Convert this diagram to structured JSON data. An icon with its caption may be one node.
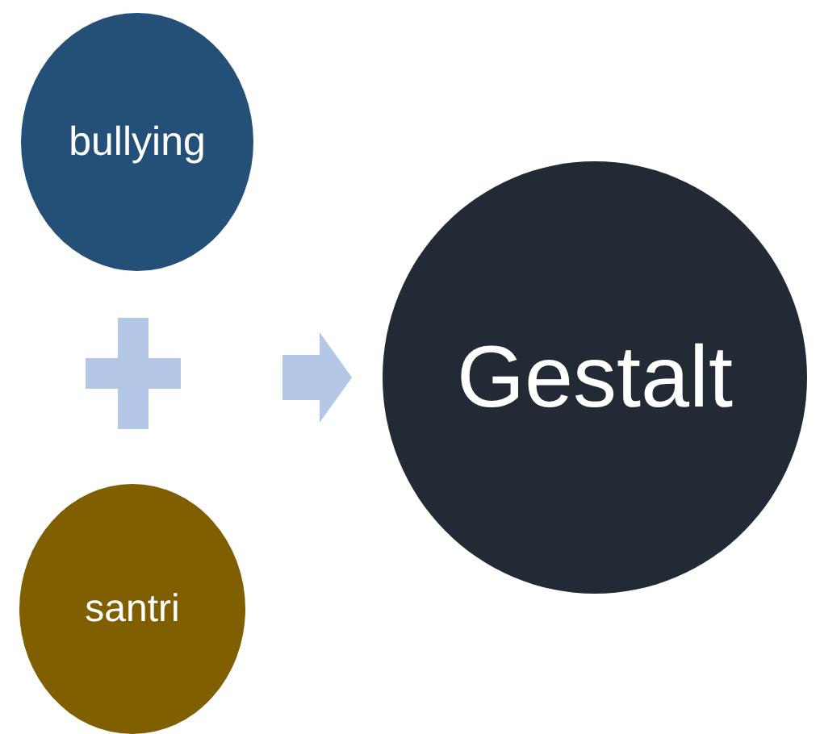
{
  "diagram": {
    "nodes": [
      {
        "text": [
          "bullying"
        ]
      },
      {
        "text": [
          "santri"
        ]
      },
      {
        "text": [
          "Gestalt"
        ]
      }
    ],
    "edges": [
      {
        "from": null,
        "to": 2,
        "arrow": "to"
      }
    ]
  }
}
